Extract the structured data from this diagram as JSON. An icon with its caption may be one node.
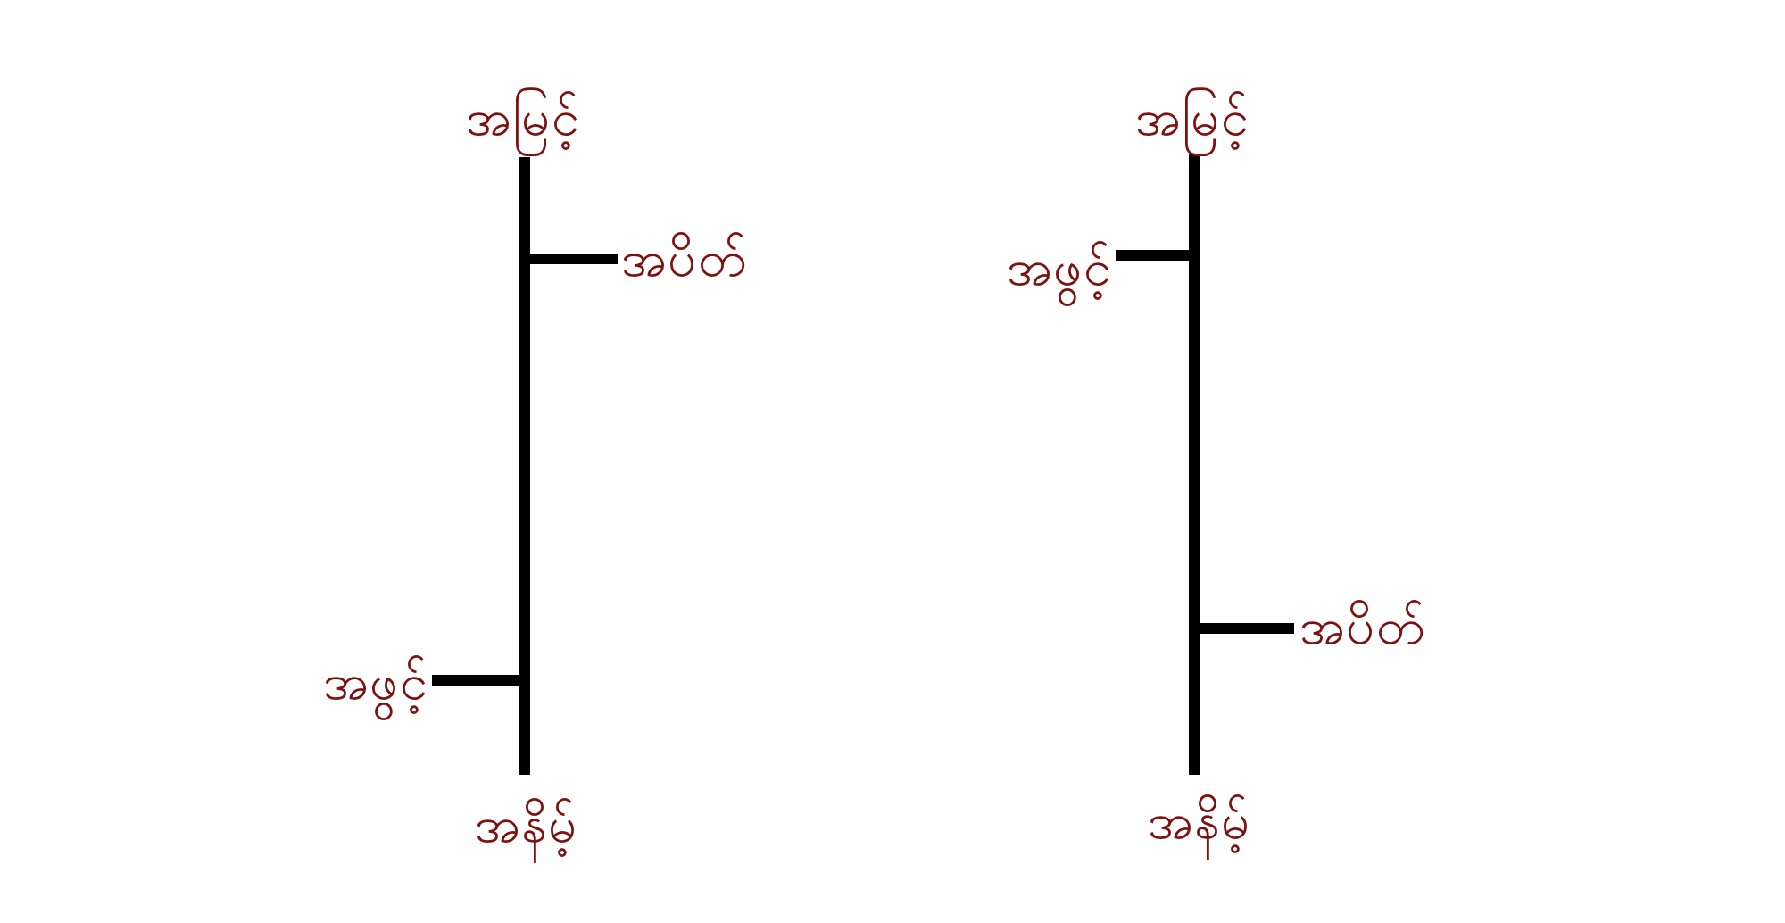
{
  "diagram": {
    "labels": [
      "အမြင့်",
      "အမြင့်",
      "အပိတ်",
      "အဖွင့်",
      "အပိတ်",
      "အဖွင့်",
      "အနိမ့်",
      "အနိမ့်"
    ]
  }
}
